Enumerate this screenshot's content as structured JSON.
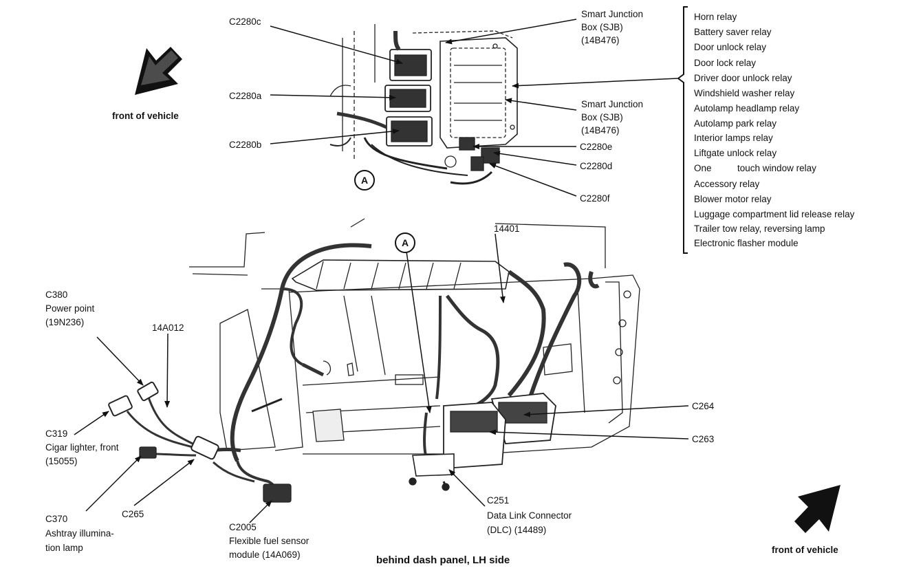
{
  "orientation": {
    "top_arrow_label": "front of vehicle",
    "bottom_arrow_label": "front of vehicle"
  },
  "caption": "behind dash panel, LH side",
  "callout_reference": "A",
  "top_inset": {
    "connectors": {
      "c2280c": "C2280c",
      "c2280a": "C2280a",
      "c2280b": "C2280b",
      "c2280e": "C2280e",
      "c2280d": "C2280d",
      "c2280f": "C2280f"
    },
    "sjb_top": [
      "Smart Junction",
      "Box (SJB)",
      "(14B476)"
    ],
    "sjb_mid": [
      "Smart Junction",
      "Box (SJB)",
      "(14B476)"
    ]
  },
  "relay_list": [
    "Horn relay",
    "Battery saver relay",
    "Door unlock relay",
    "Door lock relay",
    "Driver door unlock relay",
    "Windshield washer relay",
    "Autolamp headlamp relay",
    "Autolamp park relay",
    "Interior lamps relay",
    "Liftgate unlock relay",
    "One          touch window relay",
    "Accessory relay",
    "Blower motor relay",
    "Luggage compartment lid release relay",
    "Trailer tow relay, reversing lamp",
    "Electronic flasher module"
  ],
  "main_view": {
    "harness_14401": "14401",
    "harness_14a012": "14A012",
    "c380": [
      "C380",
      "Power point",
      "(19N236)"
    ],
    "c319": [
      "C319",
      "Cigar lighter, front",
      "(15055)"
    ],
    "c370": [
      "C370",
      "Ashtray illumina-",
      "tion lamp"
    ],
    "c265": "C265",
    "c2005": [
      "C2005",
      "Flexible fuel sensor",
      "module (14A069)"
    ],
    "c251": [
      "C251",
      "Data Link Connector",
      "(DLC) (14489)"
    ],
    "c264": "C264",
    "c263": "C263"
  }
}
